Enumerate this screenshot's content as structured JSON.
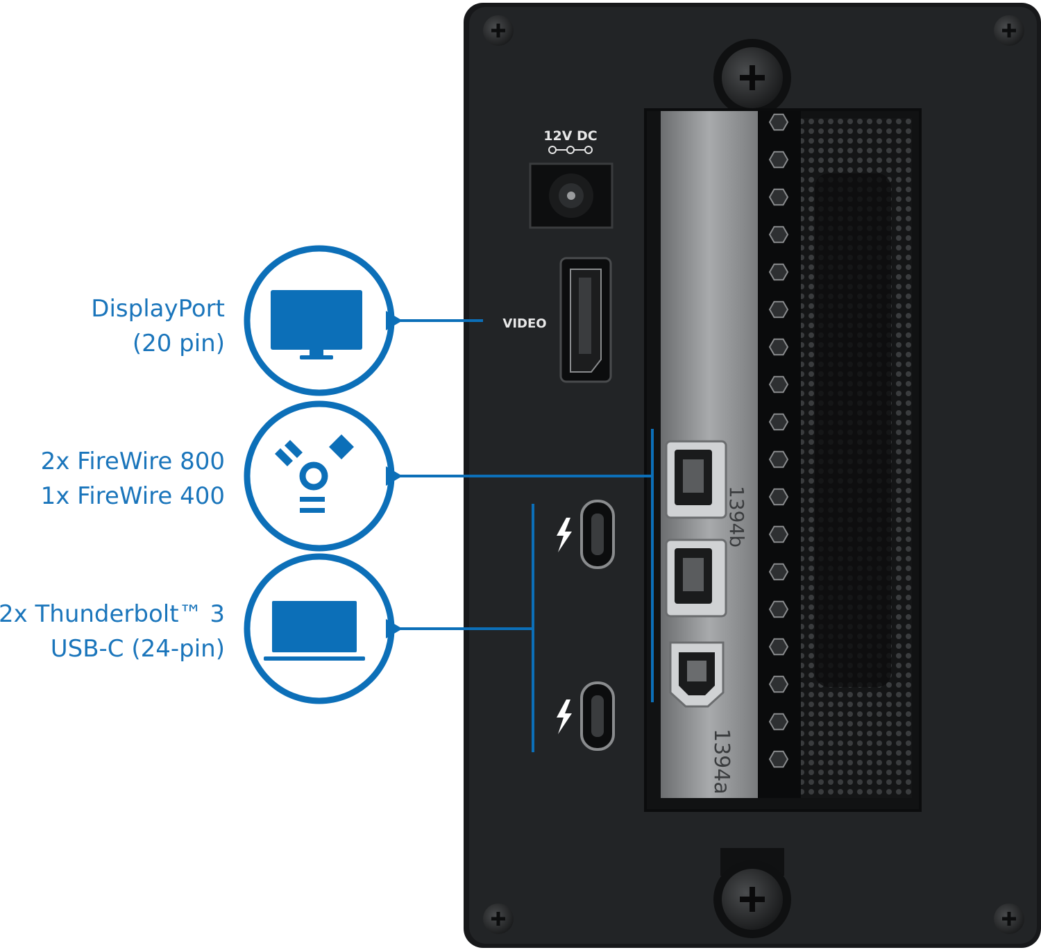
{
  "colors": {
    "accent_blue": "#0c6fb8",
    "label_blue": "#1a75bb",
    "panel_black": "#202224",
    "panel_edge": "#111213"
  },
  "device": {
    "power_label": "12V DC",
    "video_label": "VIDEO",
    "card_text_upper": "1394b",
    "card_text_lower": "1394a"
  },
  "callouts": [
    {
      "id": "displayport",
      "icon": "monitor-icon",
      "lines": [
        "DisplayPort",
        "(20 pin)"
      ]
    },
    {
      "id": "firewire",
      "icon": "firewire-logo-icon",
      "lines": [
        "2x FireWire 800",
        "1x FireWire 400"
      ]
    },
    {
      "id": "thunderbolt",
      "icon": "laptop-icon",
      "lines": [
        "2x Thunderbolt™ 3",
        "USB-C (24-pin)"
      ]
    }
  ]
}
